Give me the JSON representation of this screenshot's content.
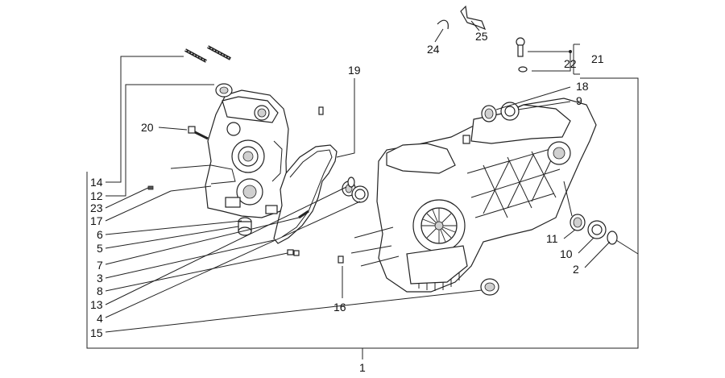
{
  "diagram": {
    "callouts": [
      {
        "id": "c1",
        "label": "1"
      },
      {
        "id": "c2",
        "label": "2"
      },
      {
        "id": "c3",
        "label": "3"
      },
      {
        "id": "c4",
        "label": "4"
      },
      {
        "id": "c5",
        "label": "5"
      },
      {
        "id": "c6",
        "label": "6"
      },
      {
        "id": "c7",
        "label": "7"
      },
      {
        "id": "c8",
        "label": "8"
      },
      {
        "id": "c9",
        "label": "9"
      },
      {
        "id": "c10",
        "label": "10"
      },
      {
        "id": "c11",
        "label": "11"
      },
      {
        "id": "c12",
        "label": "12"
      },
      {
        "id": "c13",
        "label": "13"
      },
      {
        "id": "c14",
        "label": "14"
      },
      {
        "id": "c15",
        "label": "15"
      },
      {
        "id": "c16",
        "label": "16"
      },
      {
        "id": "c17",
        "label": "17"
      },
      {
        "id": "c18",
        "label": "18"
      },
      {
        "id": "c19",
        "label": "19"
      },
      {
        "id": "c20",
        "label": "20"
      },
      {
        "id": "c21",
        "label": "21"
      },
      {
        "id": "c22",
        "label": "22"
      },
      {
        "id": "c23",
        "label": "23"
      },
      {
        "id": "c24",
        "label": "24"
      },
      {
        "id": "c25",
        "label": "25"
      }
    ]
  }
}
